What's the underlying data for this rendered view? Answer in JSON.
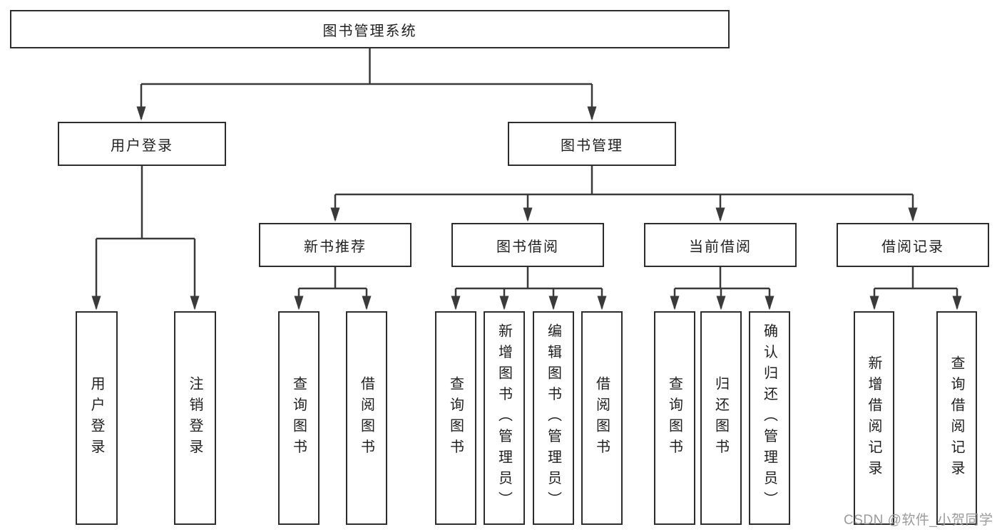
{
  "tree": {
    "root": "图书管理系统",
    "level2": [
      "用户登录",
      "图书管理"
    ],
    "level3": [
      "新书推荐",
      "图书借阅",
      "当前借阅",
      "借阅记录"
    ],
    "leaves": {
      "user_login": [
        "用户登录",
        "注销登录"
      ],
      "new_book_rec": [
        "查询图书",
        "借阅图书"
      ],
      "book_borrow": [
        "查询图书",
        "新增图书（管理员）",
        "编辑图书（管理员）",
        "借阅图书"
      ],
      "current_borrow": [
        "查询图书",
        "归还图书",
        "确认归还（管理员）"
      ],
      "borrow_records": [
        "新增借阅记录",
        "查询借阅记录"
      ]
    }
  },
  "watermark": {
    "text": "CSDN @软件_小贺同学"
  },
  "colors": {
    "line": "#3a3a3a",
    "border": "#2d2d2d",
    "text": "#1f1f1f",
    "background": "#ffffff",
    "watermark": "#9b9b9b"
  }
}
